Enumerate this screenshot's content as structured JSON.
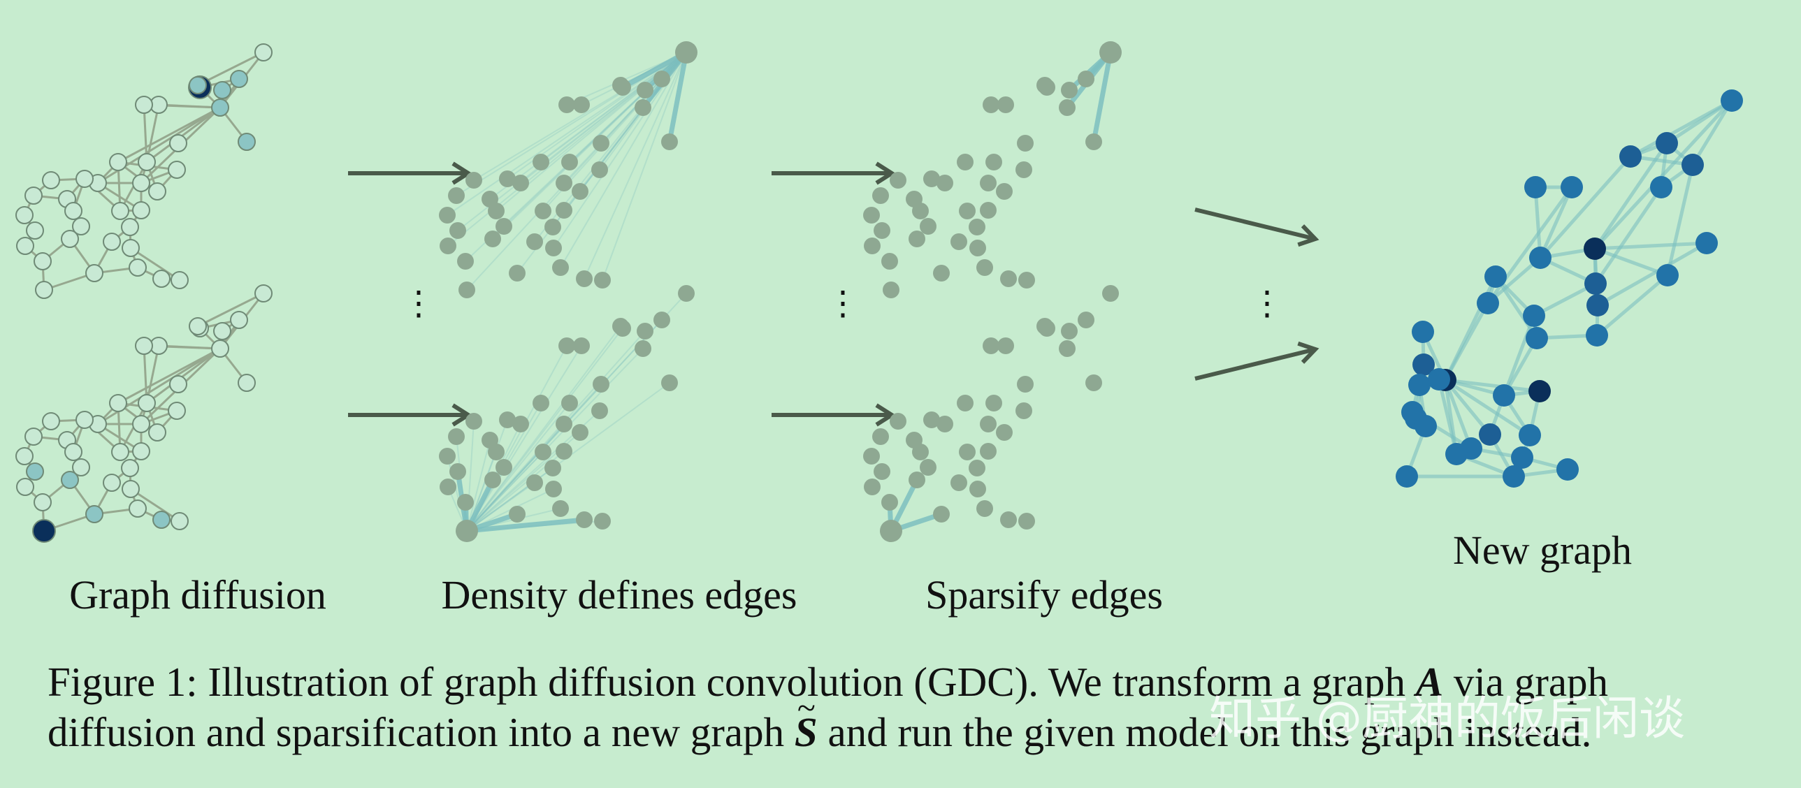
{
  "panels": {
    "graph_diffusion": "Graph diffusion",
    "density": "Density defines edges",
    "sparsify": "Sparsify edges",
    "new_graph": "New graph"
  },
  "caption": {
    "line1_prefix": "Figure 1: Illustration of graph diffusion convolution (GDC). We transform a graph ",
    "line1_symbol": "A",
    "line1_suffix": " via graph",
    "line2_prefix": "diffusion and sparsification into a new graph ",
    "line2_symbol": "S",
    "line2_suffix": " and run the given model on this graph instead."
  },
  "watermark": "知乎 @厨神的饭后闲谈",
  "ellipsis": "⋮",
  "colors": {
    "background": "#c7eccf",
    "light_node": "#c8e9d4",
    "grey_node": "#8ea892",
    "highlight_node": "#0a2f5a",
    "near_node": "#8cc5c4",
    "blue_node": "#2273a8",
    "teal_edge": "#7cc0c0",
    "arrow": "#4a5a4a"
  }
}
